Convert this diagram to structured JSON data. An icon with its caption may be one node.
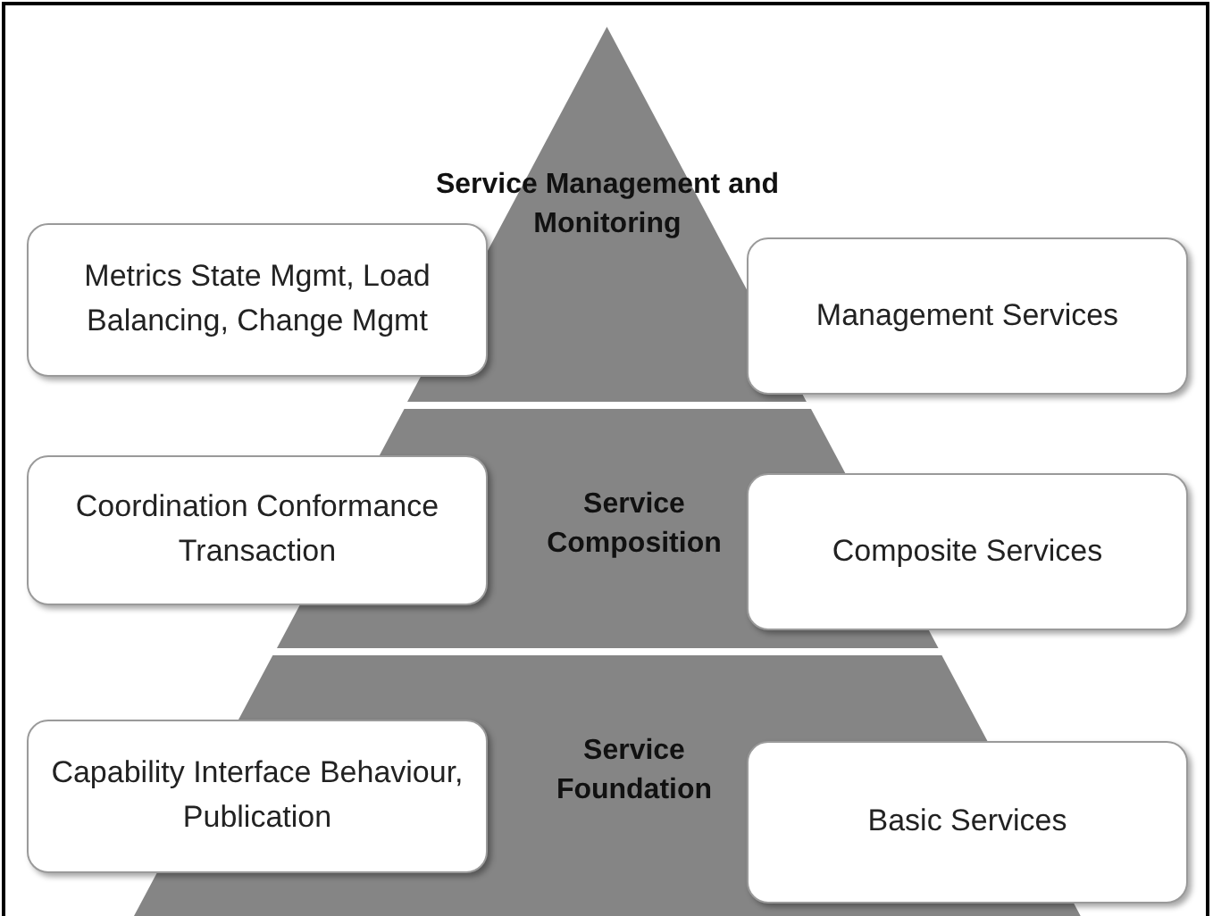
{
  "diagram": {
    "nodes": [
      {
        "text": [
          "Service Management and Monitoring"
        ]
      },
      {
        "text": [
          "Metrics State Mgmt, Load Balancing, Change Mgmt"
        ]
      },
      {
        "text": [
          "Management Services"
        ]
      },
      {
        "text": [
          "Service Composition"
        ]
      },
      {
        "text": [
          "Coordination Conformance Transaction"
        ]
      },
      {
        "text": [
          "Composite Services"
        ]
      },
      {
        "text": [
          "Service Foundation"
        ]
      },
      {
        "text": [
          "Capability Interface Behaviour, Publication"
        ]
      },
      {
        "text": [
          "Basic Services"
        ]
      }
    ],
    "edges": []
  }
}
